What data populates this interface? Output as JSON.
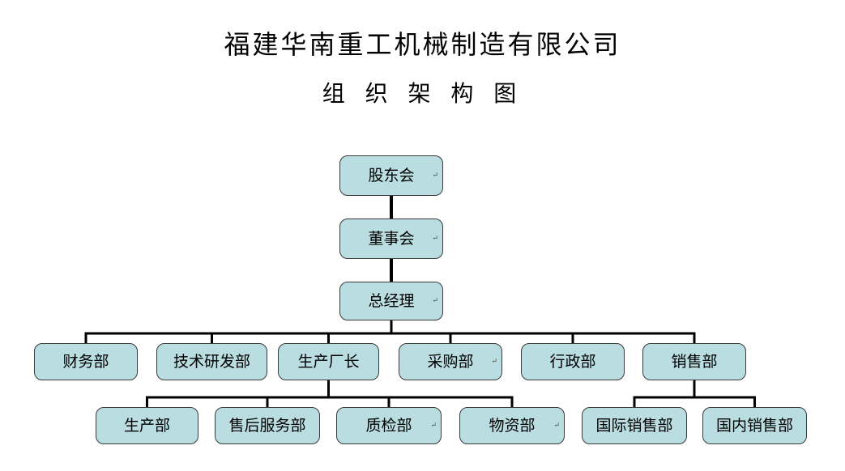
{
  "title": "福建华南重工机械制造有限公司",
  "subtitle": "组 织 架 构 图",
  "colors": {
    "node_fill": "#b9dde1",
    "node_border": "#3a3a3a",
    "connector": "#000000",
    "text": "#000000"
  },
  "org": {
    "nodes": [
      {
        "id": "shareholders-meeting",
        "label": "股东会",
        "level": 1,
        "mark": "↵"
      },
      {
        "id": "board-of-directors",
        "label": "董事会",
        "level": 2,
        "mark": "↵"
      },
      {
        "id": "general-manager",
        "label": "总经理",
        "level": 3,
        "mark": "↵"
      },
      {
        "id": "finance-dept",
        "label": "财务部",
        "level": 4,
        "mark": ""
      },
      {
        "id": "tech-rnd-dept",
        "label": "技术研发部",
        "level": 4,
        "mark": ""
      },
      {
        "id": "production-director",
        "label": "生产厂长",
        "level": 4,
        "mark": ""
      },
      {
        "id": "procurement-dept",
        "label": "采购部",
        "level": 4,
        "mark": "↵"
      },
      {
        "id": "admin-dept",
        "label": "行政部",
        "level": 4,
        "mark": ""
      },
      {
        "id": "sales-dept",
        "label": "销售部",
        "level": 4,
        "mark": ""
      },
      {
        "id": "production-dept",
        "label": "生产部",
        "level": 5,
        "mark": ""
      },
      {
        "id": "after-sales-service-dept",
        "label": "售后服务部",
        "level": 5,
        "mark": ""
      },
      {
        "id": "quality-inspection-dept",
        "label": "质检部",
        "level": 5,
        "mark": "↵"
      },
      {
        "id": "materials-dept",
        "label": "物资部",
        "level": 5,
        "mark": "↵"
      },
      {
        "id": "international-sales-dept",
        "label": "国际销售部",
        "level": 5,
        "mark": ""
      },
      {
        "id": "domestic-sales-dept",
        "label": "国内销售部",
        "level": 5,
        "mark": ""
      }
    ],
    "hierarchy": {
      "股东会": [
        "董事会"
      ],
      "董事会": [
        "总经理"
      ],
      "总经理": [
        "财务部",
        "技术研发部",
        "生产厂长",
        "采购部",
        "行政部",
        "销售部"
      ],
      "生产厂长": [
        "生产部",
        "售后服务部",
        "质检部",
        "物资部"
      ],
      "销售部": [
        "国际销售部",
        "国内销售部"
      ]
    }
  }
}
